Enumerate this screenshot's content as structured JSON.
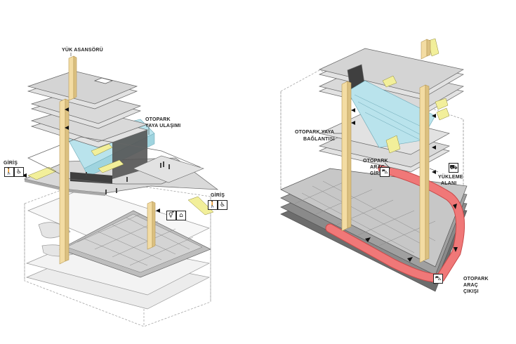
{
  "left_diagram": {
    "labels": {
      "freight_elevator": "YÜK ASANSÖRÜ",
      "parking_ped_line1": "OTOPARK",
      "parking_ped_line2": "YAYA ULAŞIMI",
      "entrance_left": "GİRİŞ",
      "entrance_right": "GİRİŞ"
    },
    "icons": [
      "pedestrian-icon",
      "wheelchair-icon",
      "restroom-icon",
      "cloakroom-icon"
    ]
  },
  "right_diagram": {
    "labels": {
      "parking_ped_conn_line1": "OTOPARK YAYA",
      "parking_ped_conn_line2": "BAĞLANTISI",
      "car_entry_line1": "OTOPARK",
      "car_entry_line2": "ARAÇ",
      "car_entry_line3": "GİRİŞİ",
      "loading_line1": "YÜKLEME",
      "loading_line2": "ALANI",
      "car_exit_line1": "OTOPARK",
      "car_exit_line2": "ARAÇ",
      "car_exit_line3": "ÇIKIŞI"
    },
    "icons": [
      "car-icon",
      "truck-icon"
    ]
  },
  "colors": {
    "slab": "#d9d9d9",
    "slab_dark": "#8a8a8a",
    "core": "#f3dca3",
    "core_edge": "#b89a55",
    "glass": "#b9e3ec",
    "stair": "#f2ef9a",
    "car_route": "#f07878",
    "car_route_edge": "#c94a4a",
    "line": "#555555"
  }
}
